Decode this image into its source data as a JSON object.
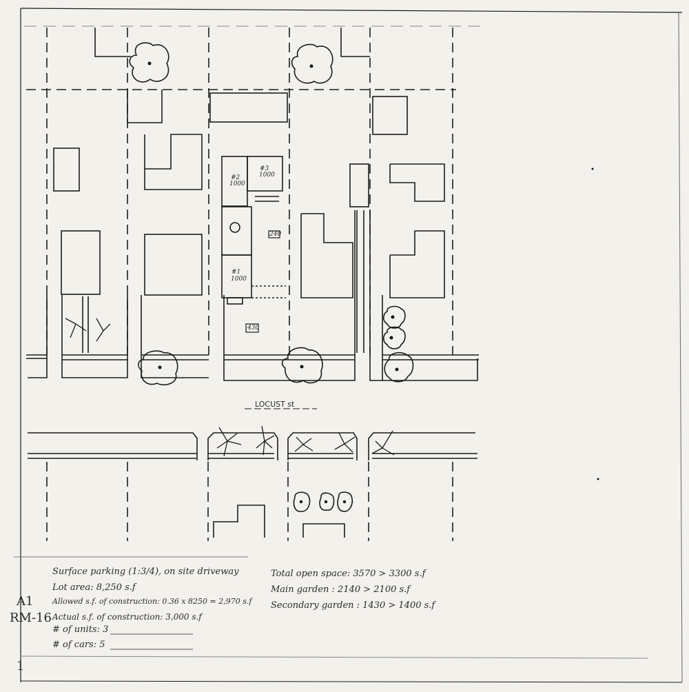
{
  "street_name": "LOCUST st",
  "units": [
    {
      "tag": "#2",
      "area": "1000"
    },
    {
      "tag": "#3",
      "area": "1000"
    },
    {
      "tag": "#1",
      "area": "1000"
    }
  ],
  "yard_labels": {
    "upper": "240",
    "lower": "430"
  },
  "notes_left": {
    "line1": "Surface parking (1:3/4), on site driveway",
    "line2": "Lot area: 8,250 s.f",
    "line3": "Allowed s.f. of construction: 0.36 x 8250 = 2,970 s.f",
    "line4": "Actual s.f. of construction: 3,000 s.f",
    "line5": "# of units: 3",
    "line6": "# of cars: 5"
  },
  "zoning": {
    "code": "A1",
    "zone": "RM-16"
  },
  "notes_right": {
    "line1": "Total open space: 3570 > 3300 s.f",
    "line2": "Main garden : 2140 > 2100 s.f",
    "line3": "Secondary garden : 1430 > 1400 s.f"
  },
  "sheet_number": "1"
}
